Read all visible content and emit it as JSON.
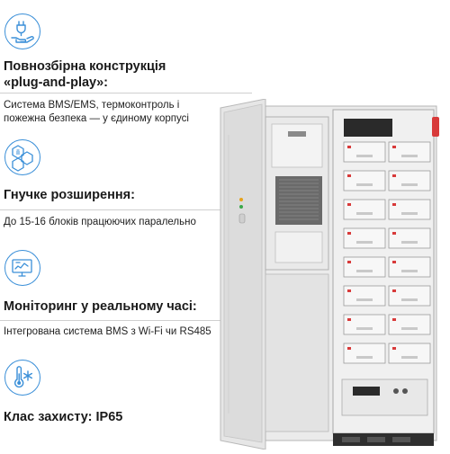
{
  "features": [
    {
      "icon": "plug-hand-icon",
      "title_line1": "Повнозбірна конструкція",
      "title_line2": "«plug-and-play»:",
      "desc_line1": "Система BMS/EMS, термоконтроль і",
      "desc_line2": "пожежна безпека — у єдиному корпусі"
    },
    {
      "icon": "hexagon-expansion-icon",
      "title": "Гнучке розширення:",
      "desc": "До 15-16 блоків працюючих паралельно"
    },
    {
      "icon": "monitoring-screen-icon",
      "title": "Моніторинг у реальному часі:",
      "desc": "Інтегрована система BMS з Wi-Fi чи RS485"
    },
    {
      "icon": "thermometer-snowflake-icon",
      "title": "Клас захисту: IP65"
    }
  ],
  "colors": {
    "accent": "#3a8fd8",
    "text": "#1a1a1a",
    "cabinet": "#e4e4e4",
    "module": "#f7f7f7",
    "indicator": "#d83a3a"
  },
  "illustration": {
    "name": "battery-storage-cabinet",
    "module_rows": 8,
    "module_columns": 2
  }
}
